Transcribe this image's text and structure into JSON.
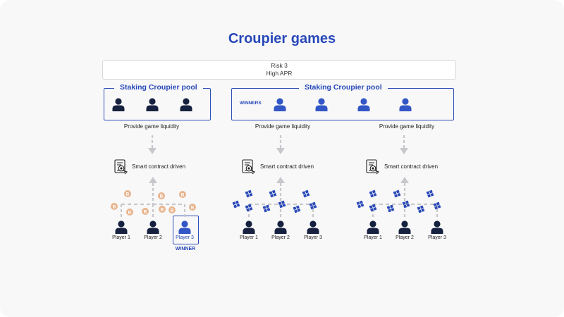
{
  "title": "Croupier games",
  "risk": {
    "line1": "Risk 3",
    "line2": "High APR"
  },
  "pool": {
    "title": "Staking Croupier pool",
    "winners_label": "WINNERS"
  },
  "provide_label": "Provide game liquidity",
  "smart_label": "Smart contract driven",
  "players": [
    "Player 1",
    "Player 2",
    "Player 3"
  ],
  "winner_label": "WINNER",
  "coin_glyph": "B",
  "colors": {
    "accent": "#2748b8",
    "dark_person": "#16213f",
    "blue_person": "#3356c6",
    "coin": "#e8b48c",
    "arrow": "#c8c8cc"
  },
  "icons": {
    "person": "person-icon",
    "contract": "smart-contract-icon",
    "coin": "coin-icon",
    "token": "token-icon"
  }
}
